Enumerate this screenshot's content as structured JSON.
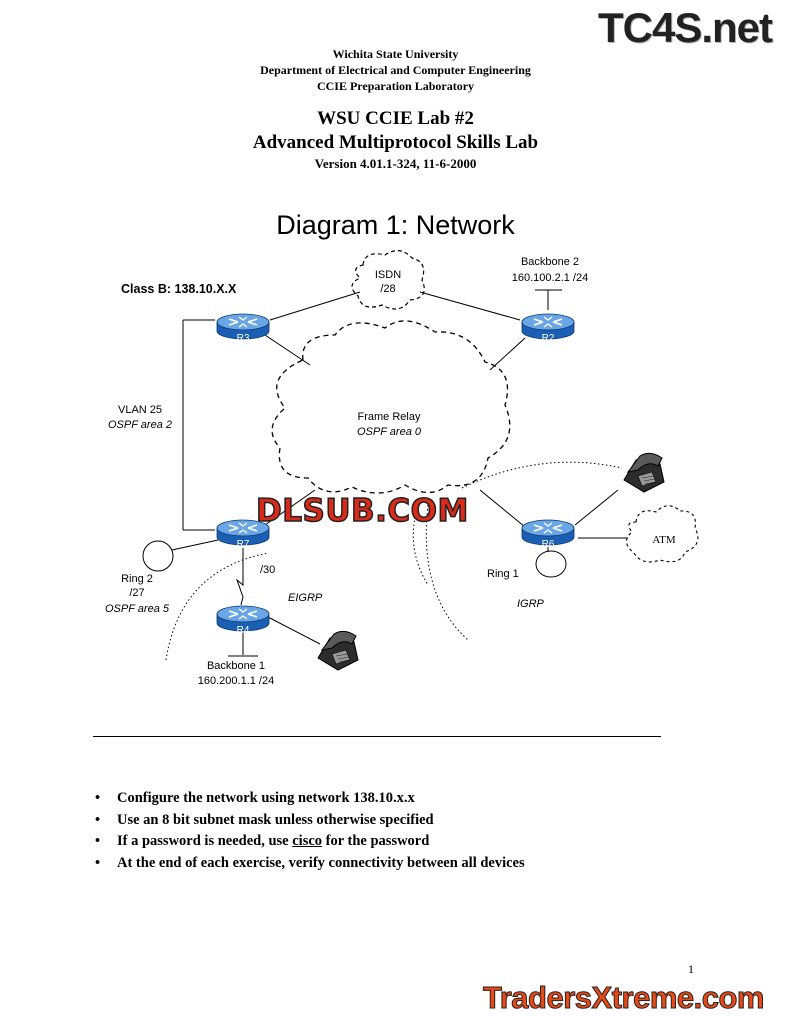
{
  "header": {
    "university": "Wichita State University",
    "department": "Department of Electrical and Computer Engineering",
    "lab": "CCIE Preparation Laboratory",
    "title": "WSU CCIE Lab #2",
    "subtitle": "Advanced Multiprotocol Skills Lab",
    "version": "Version 4.01.1-324, 11-6-2000"
  },
  "diagram": {
    "title": "Diagram 1: Network",
    "class_b": "Class B: 138.10.X.X",
    "isdn": {
      "name": "ISDN",
      "mask": "/28"
    },
    "backbone2": {
      "name": "Backbone 2",
      "addr": "160.100.2.1 /24"
    },
    "backbone1": {
      "name": "Backbone 1",
      "addr": "160.200.1.1 /24"
    },
    "vlan": {
      "name": "VLAN 25",
      "area": "OSPF area 2"
    },
    "frame_relay": {
      "name": "Frame Relay",
      "area": "OSPF area 0"
    },
    "ring2": {
      "name": "Ring 2",
      "mask": "/27",
      "area": "OSPF area 5"
    },
    "ring1": {
      "name": "Ring 1"
    },
    "serial_mask": "/30",
    "eigrp": "EIGRP",
    "igrp": "IGRP",
    "atm": "ATM",
    "routers": {
      "r3": "R3",
      "r2": "R2",
      "r7": "R7",
      "r6": "R6",
      "r4": "R4"
    },
    "colors": {
      "router_body": "#1a5fb4",
      "router_top": "#6aa6e6"
    }
  },
  "bullets": [
    {
      "text": "Configure the network using network 138.10.x.x"
    },
    {
      "pre": "If a password is needed, use ",
      "link": "cisco",
      "post": " for the password"
    }
  ],
  "bullet_use8": "Use an 8 bit subnet mask unless otherwise specified",
  "bullet_verify": "At the end of each exercise, verify connectivity between all devices",
  "page_number": "1",
  "watermarks": {
    "top": "TC4S.net",
    "middle": "DLSUB.COM",
    "bottom": "TradersXtreme.com"
  }
}
